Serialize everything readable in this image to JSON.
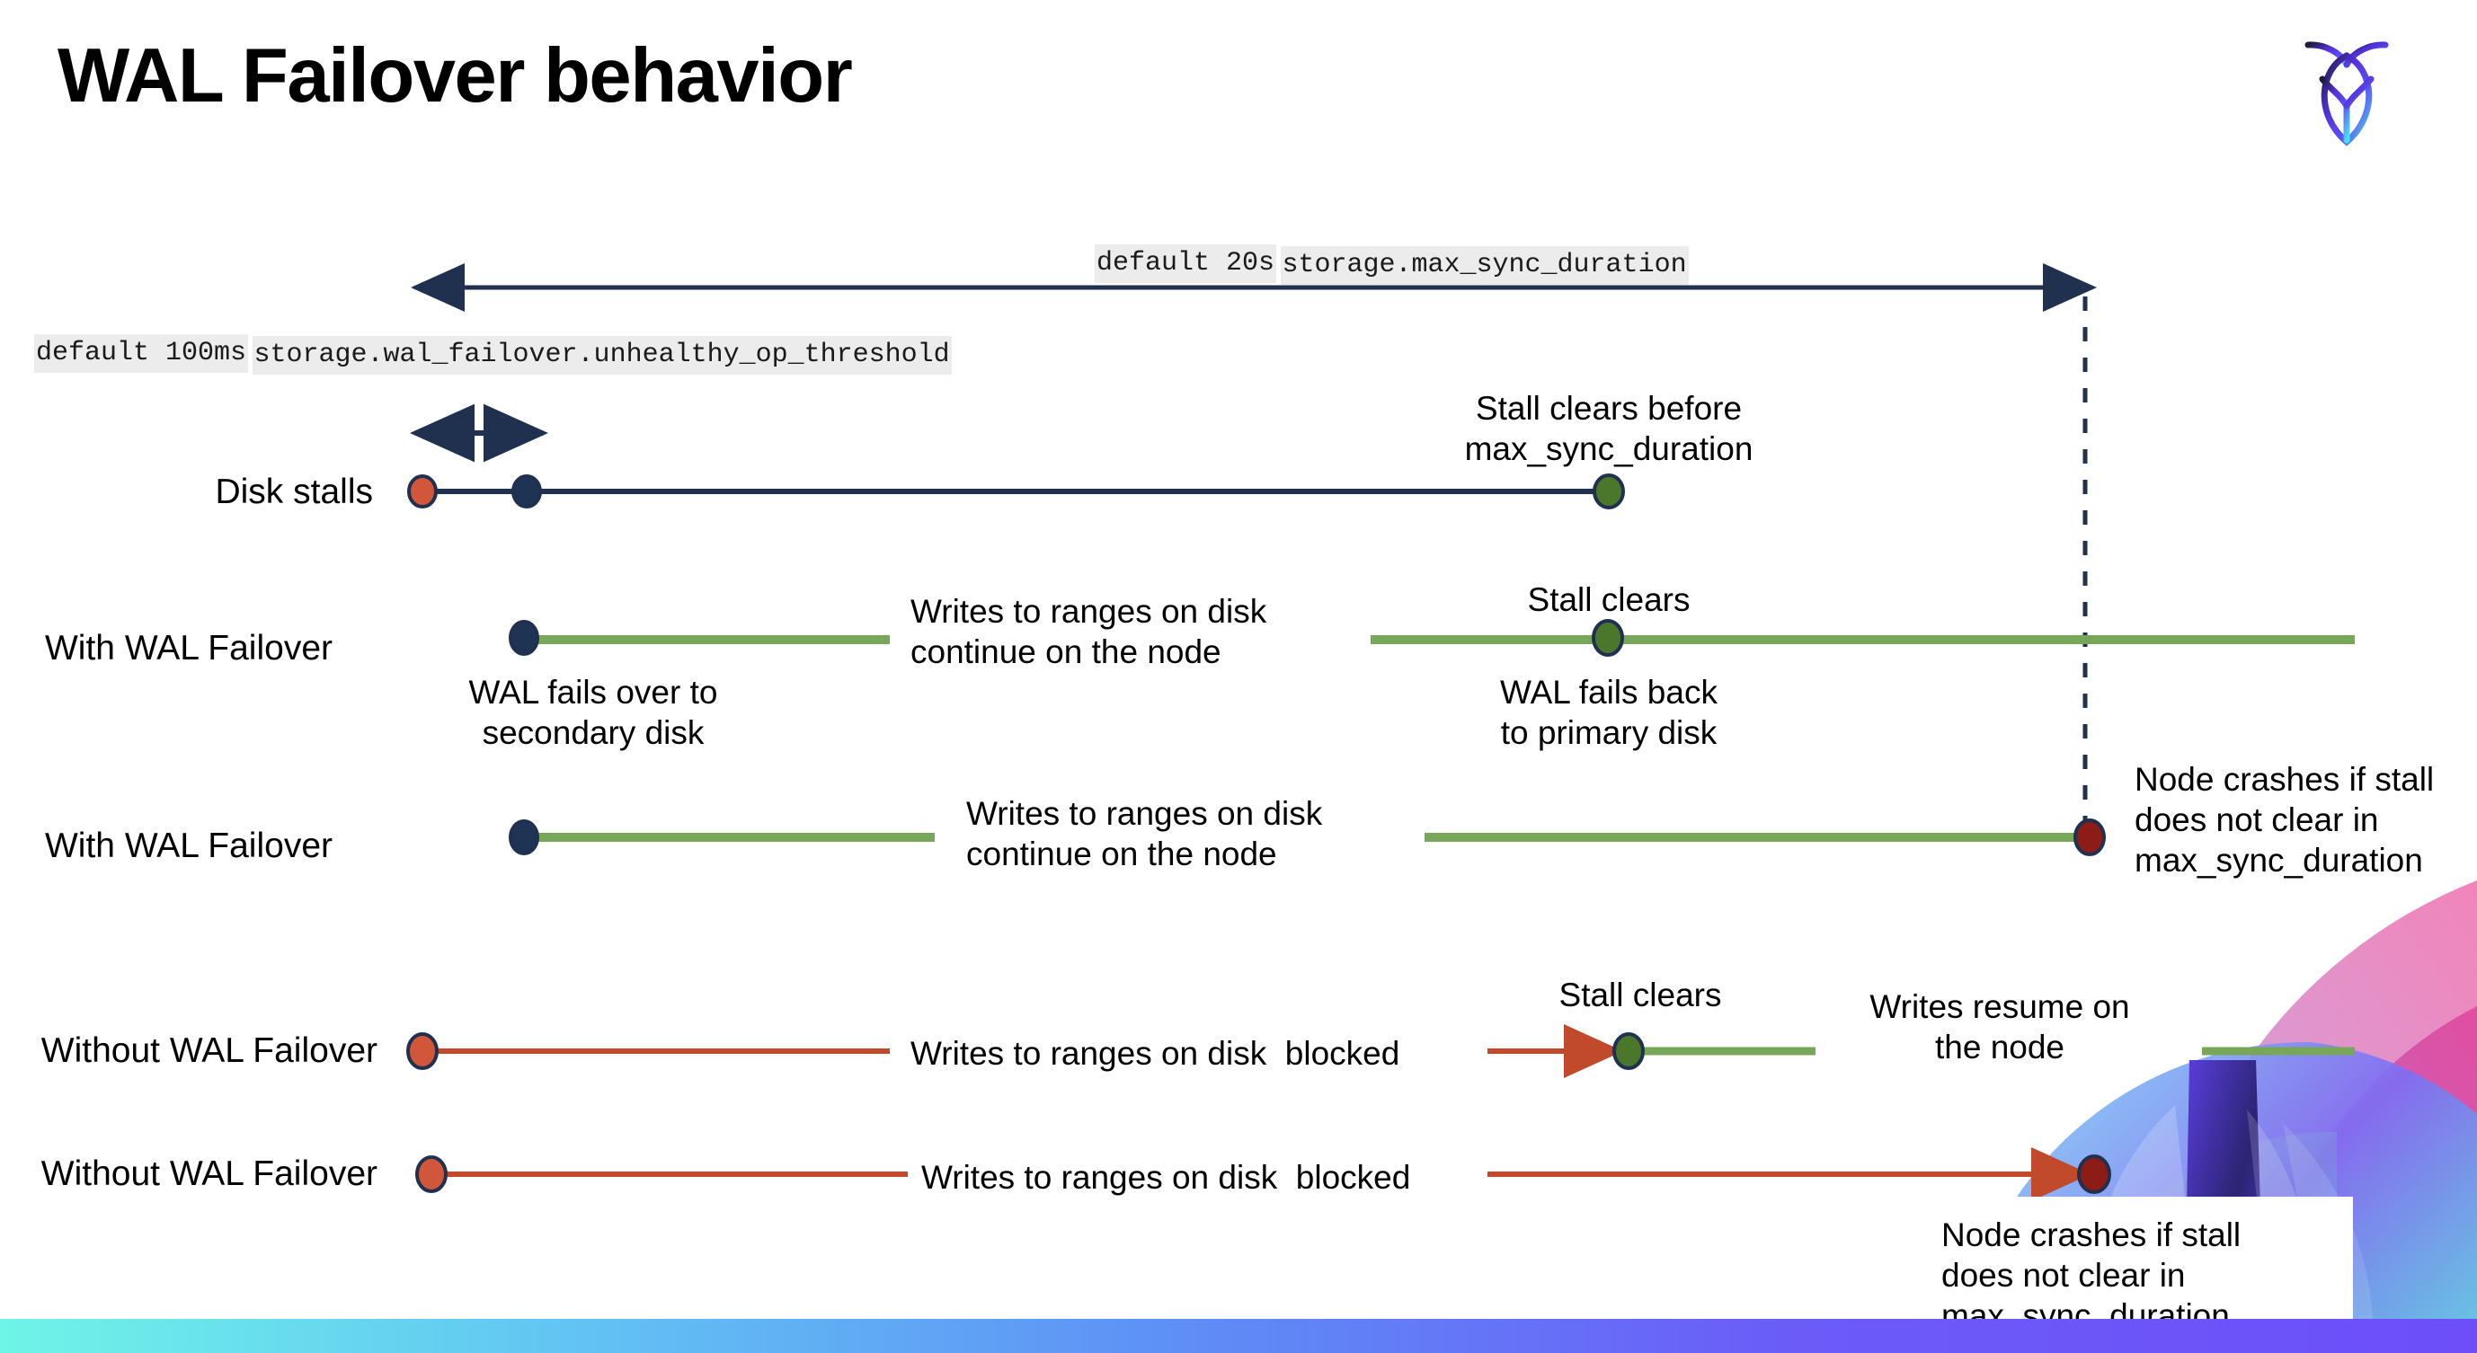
{
  "slide": {
    "title": "WAL Failover behavior",
    "logo": "cockroachdb-logo",
    "background": "#ffffff"
  },
  "colors": {
    "navy": "#20304f",
    "green_line": "#78a75a",
    "green_dot": "#4a7729",
    "orange_dot": "#d2563a",
    "red_dot": "#8e1c16",
    "red_line": "#c04a2b",
    "code_bg": "#ececec",
    "bar_gradient_start": "#6ff4e8",
    "bar_gradient_end": "#6d4ef9"
  },
  "settings": {
    "max_sync": {
      "default_line": "default 20s",
      "setting_line": "storage.max_sync_duration"
    },
    "unhealthy_op": {
      "default_line": "default 100ms",
      "setting_line": "storage.wal_failover.unhealthy_op_threshold"
    }
  },
  "rows": [
    {
      "id": "disk-stalls",
      "label": "Disk stalls",
      "annotations": [
        "Stall clears before\nmax_sync_duration"
      ]
    },
    {
      "id": "with-wal-failover-recovers",
      "label": "With WAL Failover",
      "annotations": [
        "Writes to ranges on disk\ncontinue on the node",
        "Stall clears",
        "WAL fails over to\nsecondary disk",
        "WAL fails  back\nto primary disk"
      ]
    },
    {
      "id": "with-wal-failover-crash",
      "label": "With WAL Failover",
      "annotations": [
        "Writes to ranges on disk\ncontinue on the node",
        "Node crashes if stall\ndoes not clear in\nmax_sync_duration"
      ]
    },
    {
      "id": "without-wal-failover-recovers",
      "label": "Without WAL Failover",
      "annotations": [
        "Writes to ranges on disk  blocked",
        "Stall clears",
        "Writes resume on\nthe node"
      ]
    },
    {
      "id": "without-wal-failover-crash",
      "label": "Without WAL Failover",
      "annotations": [
        "Writes to ranges on disk  blocked",
        "Node crashes if stall\ndoes not clear in\nmax_sync_duration"
      ]
    }
  ],
  "annotations": {
    "stall_clears_before": "Stall clears before\nmax_sync_duration",
    "stall_clears": "Stall clears",
    "writes_continue": "Writes to ranges on disk\ncontinue on the node",
    "wal_fails_over": "WAL fails over to\nsecondary disk",
    "wal_fails_back": "WAL fails  back\nto primary disk",
    "node_crashes": "Node crashes if stall\ndoes not clear in\nmax_sync_duration",
    "writes_blocked": "Writes to ranges on disk  blocked",
    "writes_resume": "Writes resume on\nthe node"
  },
  "icons": {
    "logo": "cockroachdb-logo-icon",
    "arrow_left": "arrow-left-icon",
    "arrow_right": "arrow-right-icon",
    "double_arrow": "double-headed-arrow-icon"
  }
}
